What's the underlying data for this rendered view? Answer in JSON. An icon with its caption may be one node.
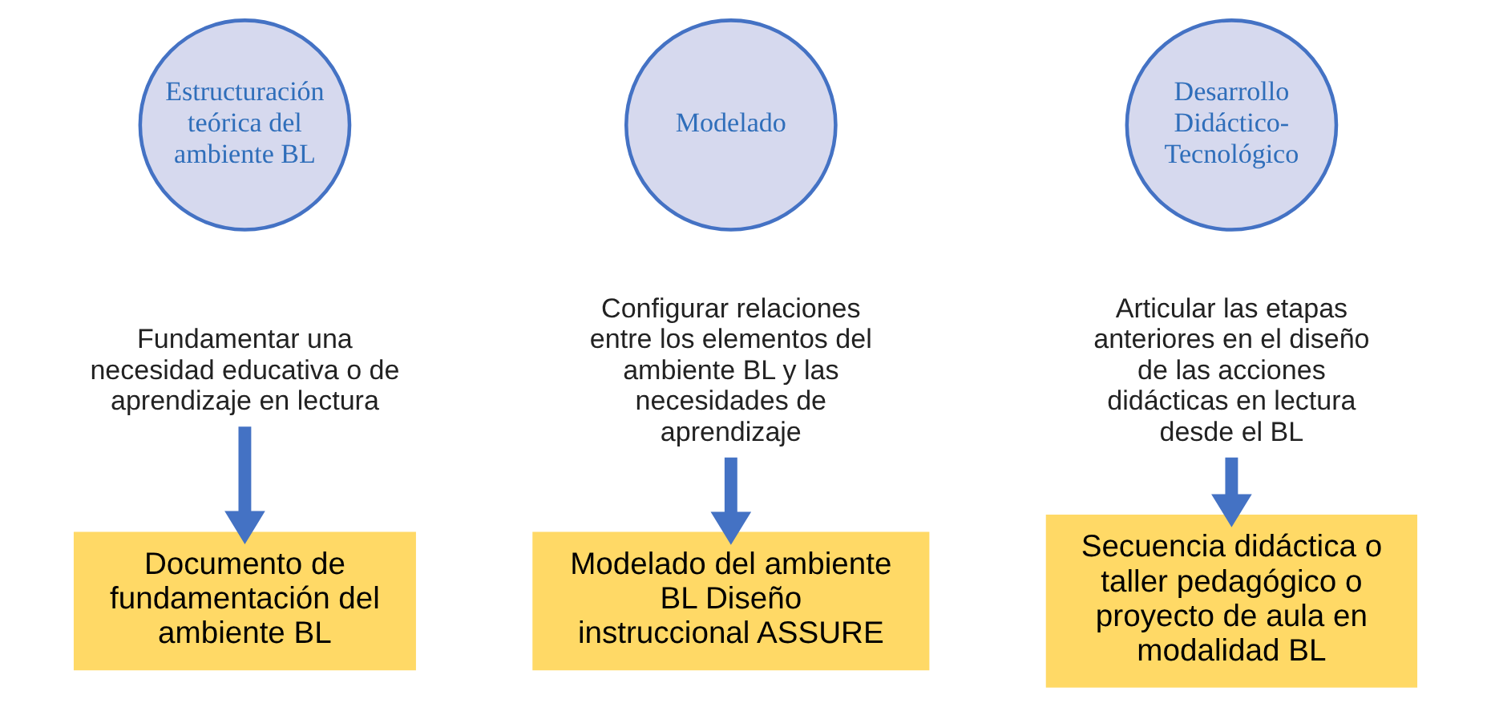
{
  "diagram": {
    "nodes": [
      {
        "text": [
          "Estructuración teórica del ambiente BL"
        ]
      },
      {
        "text": [
          "Modelado"
        ]
      },
      {
        "text": [
          "Desarrollo Didáctico-Tecnológico"
        ]
      },
      {
        "text": [
          "Fundamentar una necesidad educativa o de aprendizaje en lectura"
        ]
      },
      {
        "text": [
          "Configurar relaciones entre los elementos del ambiente BL y las necesidades de aprendizaje"
        ]
      },
      {
        "text": [
          "Articular las etapas anteriores en el diseño de las acciones didácticas en lectura desde el BL"
        ]
      },
      {
        "text": [
          "Documento de fundamentación del ambiente BL"
        ]
      },
      {
        "text": [
          "Modelado del ambiente BL Diseño instruccional ASSURE"
        ]
      },
      {
        "text": [
          "Secuencia didáctica o taller pedagógico o proyecto de aula en modalidad BL"
        ]
      }
    ],
    "edges": [
      {
        "from": 3,
        "to": 6,
        "arrow": "to"
      },
      {
        "from": 4,
        "to": 7,
        "arrow": "to"
      },
      {
        "from": 5,
        "to": 8,
        "arrow": "to"
      }
    ]
  }
}
